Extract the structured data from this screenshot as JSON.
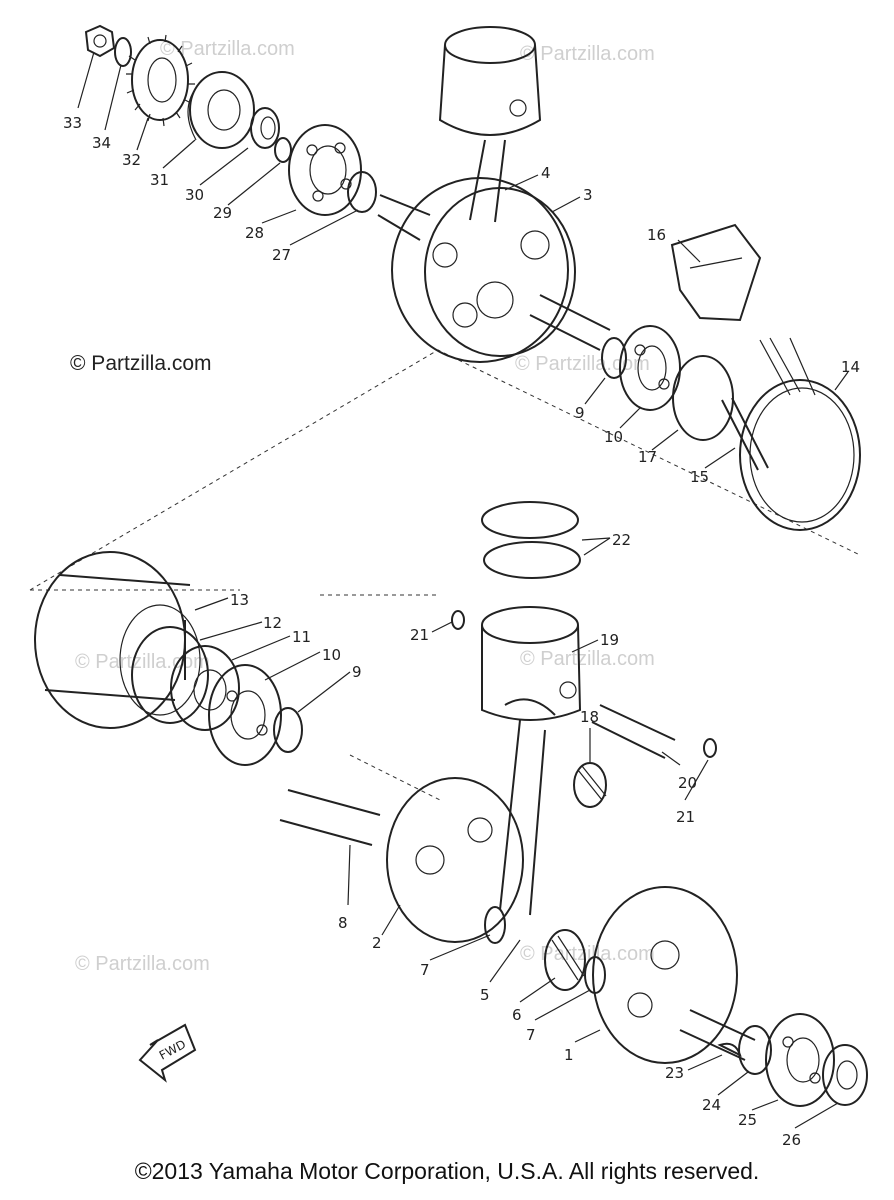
{
  "watermarks": {
    "visible": "© Partzilla.com",
    "faint": "© Partzilla.com"
  },
  "fwd_label": "FWD",
  "copyright": "©2013 Yamaha Motor Corporation, U.S.A. All rights reserved.",
  "callouts": [
    "33",
    "34",
    "32",
    "31",
    "30",
    "29",
    "28",
    "27",
    "4",
    "3",
    "16",
    "14",
    "9",
    "10",
    "17",
    "15",
    "22",
    "13",
    "12",
    "11",
    "10",
    "9",
    "21",
    "19",
    "18",
    "20",
    "21",
    "8",
    "2",
    "7",
    "5",
    "6",
    "7",
    "1",
    "23",
    "24",
    "25",
    "26"
  ]
}
